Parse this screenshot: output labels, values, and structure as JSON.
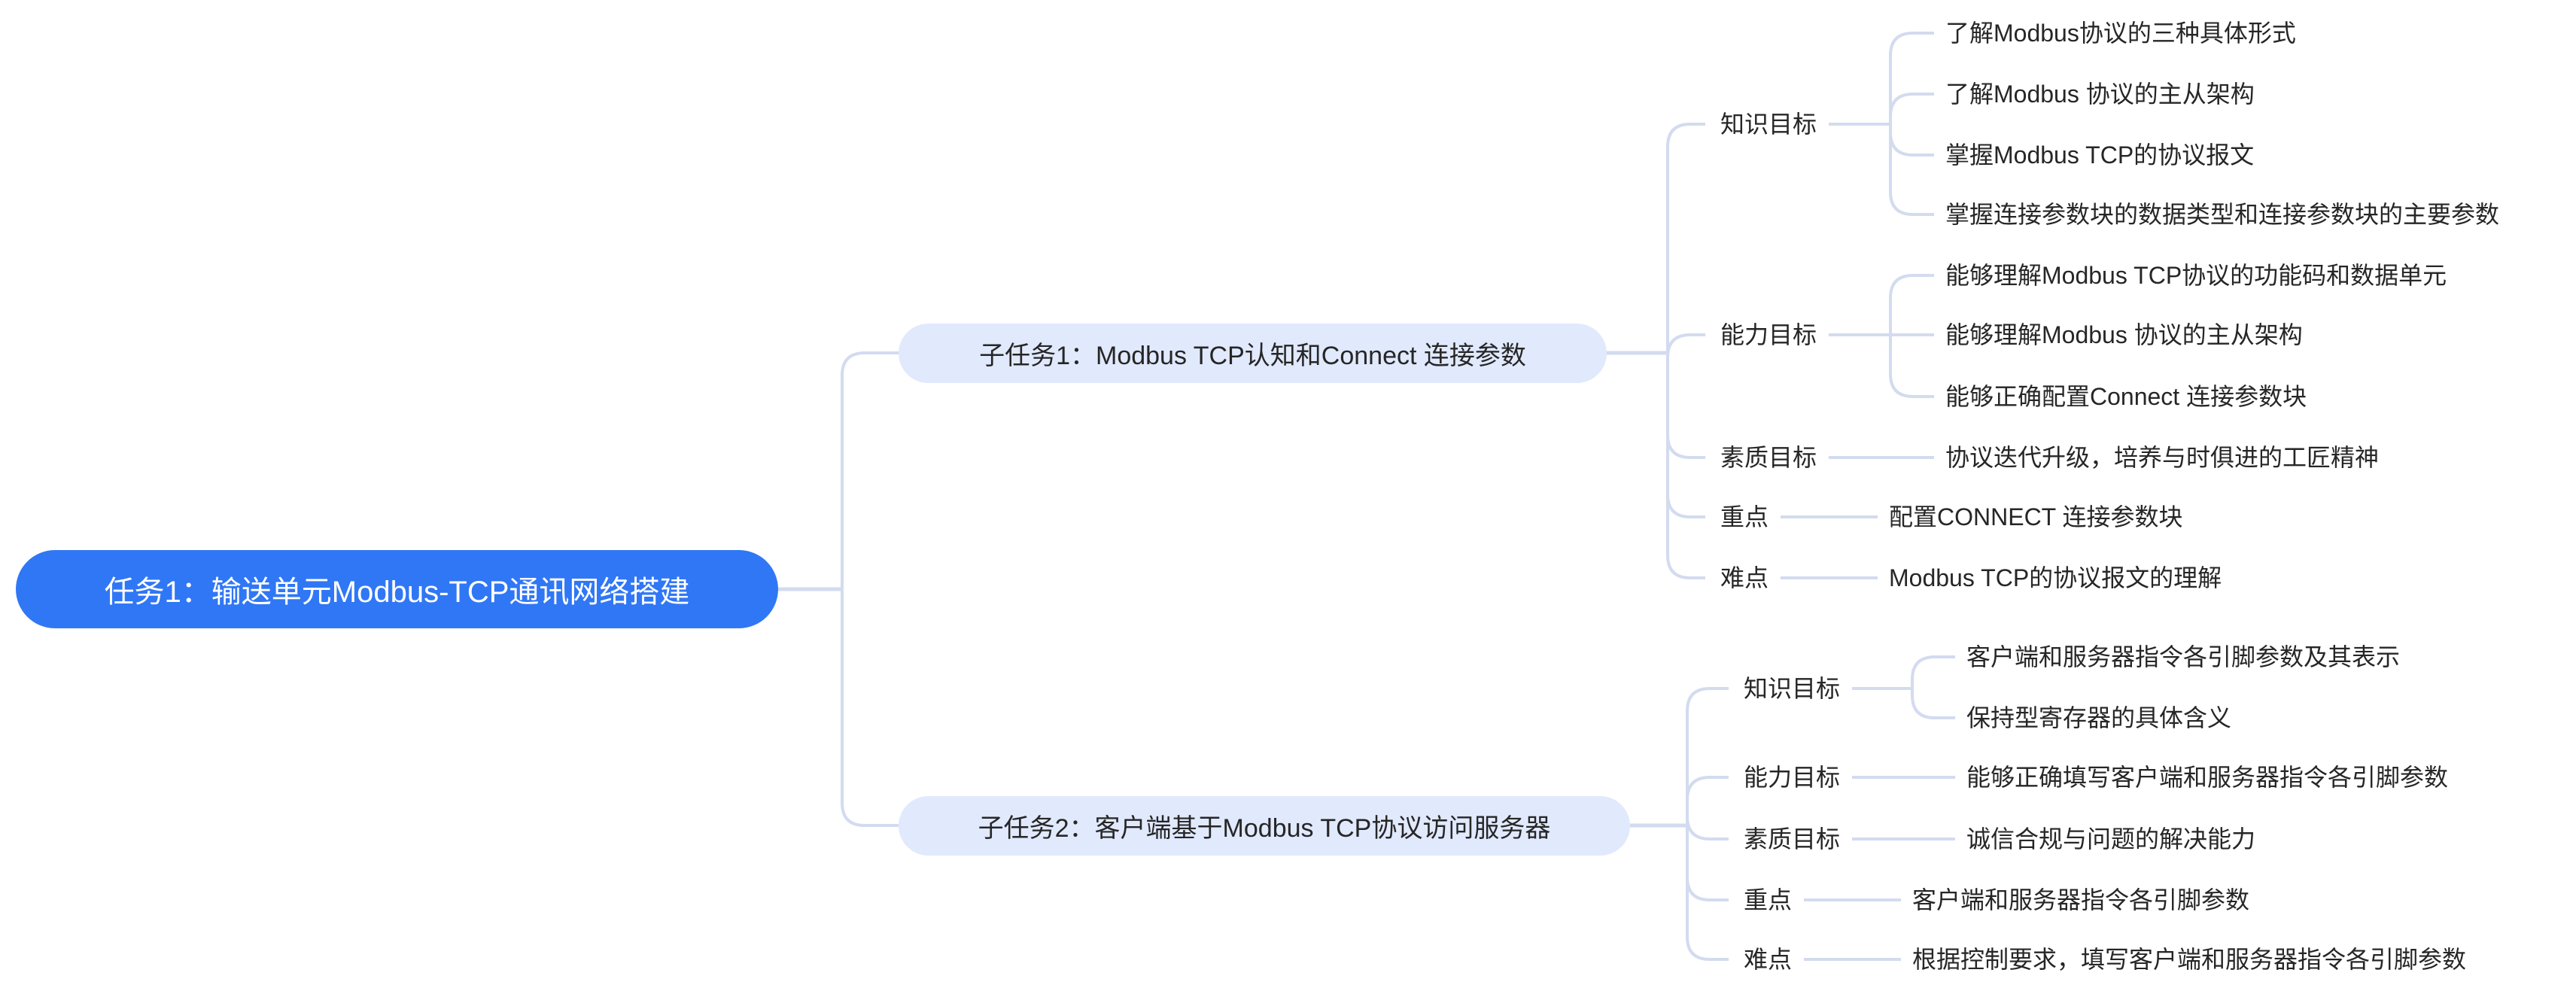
{
  "root": "任务1：输送单元Modbus-TCP通讯网络搭建",
  "subtasks": [
    {
      "title": "子任务1：Modbus TCP认知和Connect 连接参数",
      "knowledge": {
        "label": "知识目标",
        "items": [
          "了解Modbus协议的三种具体形式",
          "了解Modbus 协议的主从架构",
          "掌握Modbus TCP的协议报文",
          "掌握连接参数块的数据类型和连接参数块的主要参数"
        ]
      },
      "ability": {
        "label": "能力目标",
        "items": [
          "能够理解Modbus TCP协议的功能码和数据单元",
          "能够理解Modbus 协议的主从架构",
          "能够正确配置Connect 连接参数块"
        ]
      },
      "quality": {
        "label": "素质目标",
        "items": [
          "协议迭代升级，培养与时俱进的工匠精神"
        ]
      },
      "key": {
        "label": "重点",
        "items": [
          "配置CONNECT 连接参数块"
        ]
      },
      "difficulty": {
        "label": "难点",
        "items": [
          "Modbus TCP的协议报文的理解"
        ]
      }
    },
    {
      "title": "子任务2：客户端基于Modbus TCP协议访问服务器",
      "knowledge": {
        "label": "知识目标",
        "items": [
          "客户端和服务器指令各引脚参数及其表示",
          "保持型寄存器的具体含义"
        ]
      },
      "ability": {
        "label": "能力目标",
        "items": [
          "能够正确填写客户端和服务器指令各引脚参数"
        ]
      },
      "quality": {
        "label": "素质目标",
        "items": [
          "诚信合规与问题的解决能力"
        ]
      },
      "key": {
        "label": "重点",
        "items": [
          "客户端和服务器指令各引脚参数"
        ]
      },
      "difficulty": {
        "label": "难点",
        "items": [
          "根据控制要求，填写客户端和服务器指令各引脚参数"
        ]
      }
    }
  ],
  "colors": {
    "root": "#3077f5",
    "sub": "#e1e9fd",
    "line": "#d3dbef"
  }
}
